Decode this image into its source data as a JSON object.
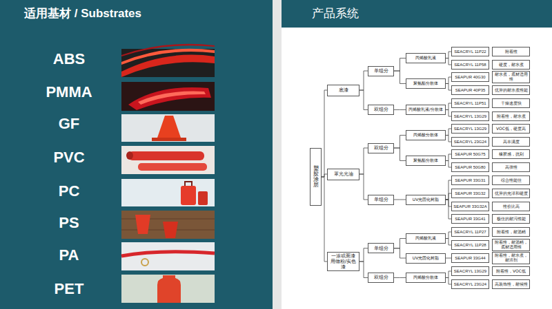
{
  "diagram": {
    "nodes": [
      {
        "text": [
          "塑胶涂层"
        ]
      },
      {
        "text": [
          "底漆"
        ]
      },
      {
        "text": [
          "单组分"
        ]
      },
      {
        "text": [
          "丙烯酸乳液"
        ]
      },
      {
        "text": [
          "SEACRYL 11P22"
        ]
      },
      {
        "text": [
          "附着性"
        ]
      },
      {
        "text": [
          "SEACRYL 11P58"
        ]
      },
      {
        "text": [
          "硬度，耐水煮"
        ]
      },
      {
        "text": [
          "聚氨酯分散体"
        ]
      },
      {
        "text": [
          "SEAPUR 40G30"
        ]
      },
      {
        "text": [
          "耐水煮，底材适用性"
        ]
      },
      {
        "text": [
          "SEAPUR 40P35"
        ]
      },
      {
        "text": [
          "优异的耐水煮性能"
        ]
      },
      {
        "text": [
          "双组分"
        ]
      },
      {
        "text": [
          "丙烯酸乳液/分散体"
        ]
      },
      {
        "text": [
          "SEACRYL 11P51"
        ]
      },
      {
        "text": [
          "干燥速度快"
        ]
      },
      {
        "text": [
          "SEACRYL 13G29"
        ]
      },
      {
        "text": [
          "附着性，耐水煮"
        ]
      },
      {
        "text": [
          "罩光光油"
        ]
      },
      {
        "text": [
          "双组分"
        ]
      },
      {
        "text": [
          "丙烯酸分散体"
        ]
      },
      {
        "text": [
          "SEACRYL 13G29"
        ]
      },
      {
        "text": [
          "VOC低，硬度高"
        ]
      },
      {
        "text": [
          "SEACRYL 23G24"
        ]
      },
      {
        "text": [
          "高丰满度"
        ]
      },
      {
        "text": [
          "聚氨酯分散体"
        ]
      },
      {
        "text": [
          "SEAPUR 50G75"
        ]
      },
      {
        "text": [
          "橡胶感，抗刮"
        ]
      },
      {
        "text": [
          "SEAPUR 50G80"
        ]
      },
      {
        "text": [
          "高弹性"
        ]
      },
      {
        "text": [
          "单组分"
        ]
      },
      {
        "text": [
          "UV光固化树脂"
        ]
      },
      {
        "text": [
          "SEAPUR 33G31"
        ]
      },
      {
        "text": [
          "综合性能佳"
        ]
      },
      {
        "text": [
          "SEAPUR 33G32"
        ]
      },
      {
        "text": [
          "优异的光泽和硬度"
        ]
      },
      {
        "text": [
          "SEAPUR 33G32A"
        ]
      },
      {
        "text": [
          "性价比高"
        ]
      },
      {
        "text": [
          "SEAPUR 33G41"
        ]
      },
      {
        "text": [
          "极佳的耐污性能"
        ]
      },
      {
        "text": [
          "一涂或面漆用做粉/实色漆"
        ]
      },
      {
        "text": [
          "单组分"
        ]
      },
      {
        "text": [
          "丙烯酸乳液"
        ]
      },
      {
        "text": [
          "SEACRYL 11P27"
        ]
      },
      {
        "text": [
          "附着性，耐酒精"
        ]
      },
      {
        "text": [
          "SEACRYL 11P28"
        ]
      },
      {
        "text": [
          "附着性，耐酒精，底材适用性"
        ]
      },
      {
        "text": [
          "UV光固化树脂"
        ]
      },
      {
        "text": [
          "SEAPUR 33G44"
        ]
      },
      {
        "text": [
          "附着性，耐水煮，耐溶剂"
        ]
      },
      {
        "text": [
          "双组分"
        ]
      },
      {
        "text": [
          "丙烯酸分散体"
        ]
      },
      {
        "text": [
          "SEACRYL 13G29"
        ]
      },
      {
        "text": [
          "附着性，VOC低"
        ]
      },
      {
        "text": [
          "SEACRYL 23G24"
        ]
      },
      {
        "text": [
          "高装饰性，耐候性"
        ]
      }
    ],
    "edges": [
      {
        "from": 0,
        "to": 1,
        "arrow": "none"
      },
      {
        "from": 0,
        "to": 19,
        "arrow": "none"
      },
      {
        "from": 0,
        "to": 41,
        "arrow": "none"
      },
      {
        "from": 1,
        "to": 2,
        "arrow": "none"
      },
      {
        "from": 1,
        "to": 13,
        "arrow": "none"
      },
      {
        "from": 2,
        "to": 3,
        "arrow": "none"
      },
      {
        "from": 2,
        "to": 8,
        "arrow": "none"
      },
      {
        "from": 3,
        "to": 4,
        "arrow": "none"
      },
      {
        "from": 3,
        "to": 6,
        "arrow": "none"
      },
      {
        "from": 8,
        "to": 9,
        "arrow": "none"
      },
      {
        "from": 8,
        "to": 11,
        "arrow": "none"
      },
      {
        "from": 13,
        "to": 14,
        "arrow": "none"
      },
      {
        "from": 14,
        "to": 15,
        "arrow": "none"
      },
      {
        "from": 14,
        "to": 17,
        "arrow": "none"
      },
      {
        "from": 19,
        "to": 20,
        "arrow": "none"
      },
      {
        "from": 19,
        "to": 31,
        "arrow": "none"
      },
      {
        "from": 20,
        "to": 21,
        "arrow": "none"
      },
      {
        "from": 20,
        "to": 26,
        "arrow": "none"
      },
      {
        "from": 21,
        "to": 22,
        "arrow": "none"
      },
      {
        "from": 21,
        "to": 24,
        "arrow": "none"
      },
      {
        "from": 26,
        "to": 27,
        "arrow": "none"
      },
      {
        "from": 26,
        "to": 29,
        "arrow": "none"
      },
      {
        "from": 31,
        "to": 32,
        "arrow": "none"
      },
      {
        "from": 32,
        "to": 33,
        "arrow": "none"
      },
      {
        "from": 32,
        "to": 35,
        "arrow": "none"
      },
      {
        "from": 32,
        "to": 37,
        "arrow": "none"
      },
      {
        "from": 32,
        "to": 39,
        "arrow": "none"
      },
      {
        "from": 41,
        "to": 42,
        "arrow": "none"
      },
      {
        "from": 41,
        "to": 51,
        "arrow": "none"
      },
      {
        "from": 42,
        "to": 43,
        "arrow": "none"
      },
      {
        "from": 42,
        "to": 48,
        "arrow": "none"
      },
      {
        "from": 43,
        "to": 44,
        "arrow": "none"
      },
      {
        "from": 43,
        "to": 46,
        "arrow": "none"
      },
      {
        "from": 48,
        "to": 49,
        "arrow": "none"
      },
      {
        "from": 51,
        "to": 52,
        "arrow": "none"
      },
      {
        "from": 52,
        "to": 53,
        "arrow": "none"
      },
      {
        "from": 52,
        "to": 55,
        "arrow": "none"
      }
    ],
    "labels": [
      "适用基材 / Substrates",
      "ABS",
      "PMMA",
      "GF",
      "PVC",
      "PC",
      "PS",
      "PA",
      "PET",
      "产品系统"
    ]
  }
}
